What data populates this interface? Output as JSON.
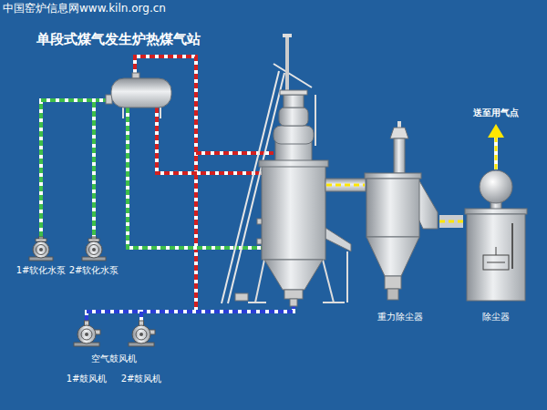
{
  "diagram": {
    "title": "单段式煤气发生炉热煤气站",
    "nodes": [
      {
        "text": [
          "1#软化水泵"
        ]
      },
      {
        "text": [
          "2#软化水泵"
        ]
      },
      {
        "text": [
          "1#鼓风机"
        ]
      },
      {
        "text": [
          "2#鼓风机"
        ]
      },
      {
        "text": [
          "重力除尘器"
        ]
      },
      {
        "text": [
          "除尘器"
        ]
      }
    ],
    "edges": [
      {
        "from": 0,
        "to": 1,
        "arrow": "none"
      },
      {
        "from": 2,
        "to": 3,
        "arrow": "none"
      },
      {
        "from": 4,
        "to": 5,
        "arrow": "none"
      }
    ],
    "labels": [
      "中国窑炉信息网www.kiln.org.cn",
      "空气鼓风机",
      "送至用气点"
    ]
  }
}
